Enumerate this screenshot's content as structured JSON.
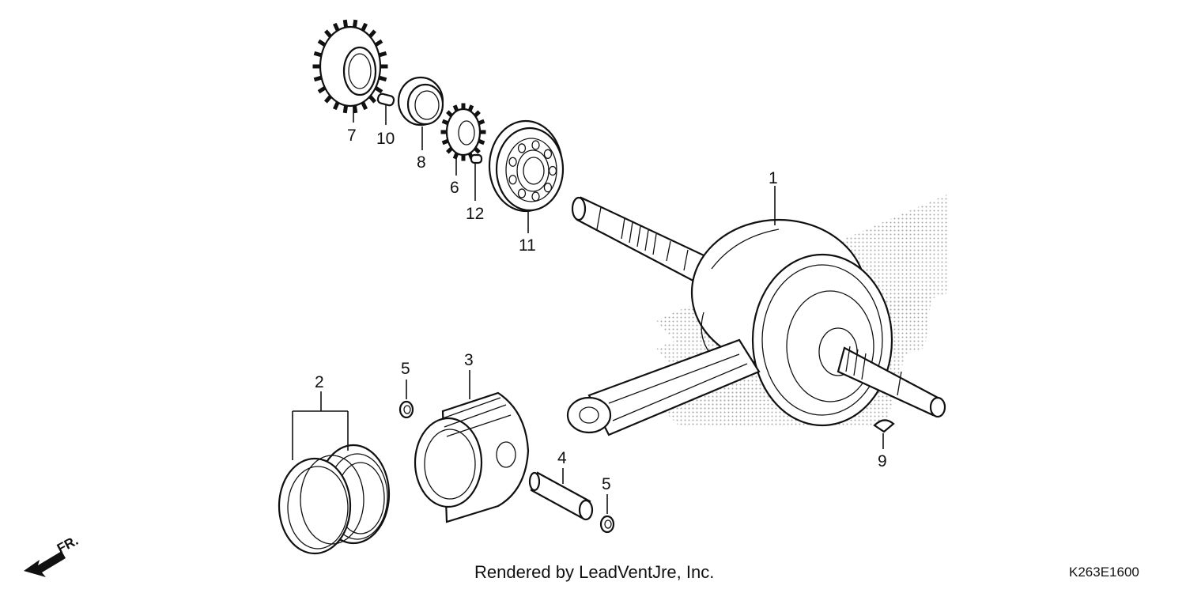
{
  "diagram": {
    "callouts": {
      "crankshaft": "1",
      "piston_ring_set": "2",
      "piston": "3",
      "piston_pin": "4",
      "pin_clip_upper": "5",
      "pin_clip_lower": "5",
      "timing_sprocket": "6",
      "drive_gear": "7",
      "spacer_collar": "8",
      "woodruff_key_crank": "9",
      "gear_key": "10",
      "ball_bearing": "11",
      "sprocket_key": "12"
    },
    "direction_label": "FR.",
    "credit": "Rendered by LeadVentJre, Inc.",
    "drawing_code": "K263E1600"
  }
}
